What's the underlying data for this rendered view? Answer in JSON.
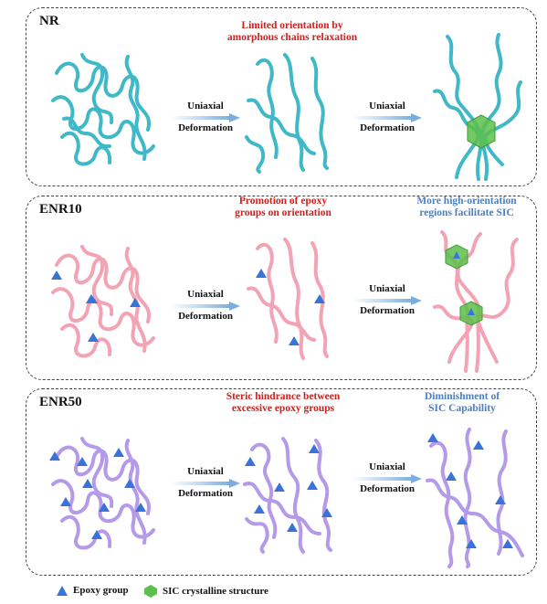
{
  "panels": [
    {
      "label": "NR",
      "color": "#3fb8c8",
      "notes": [
        {
          "text_lines": [
            "Limited orientation by",
            "amorphous chains relaxation"
          ],
          "color": "red"
        }
      ],
      "arrows": [
        {
          "line1": "Uniaxial",
          "line2": "Deformation"
        },
        {
          "line1": "Uniaxial",
          "line2": "Deformation"
        }
      ]
    },
    {
      "label": "ENR10",
      "color": "#f2a3b4",
      "notes": [
        {
          "text_lines": [
            "Promotion of epoxy",
            "groups on orientation"
          ],
          "color": "red"
        },
        {
          "text_lines": [
            "More high-orientation",
            "regions facilitate SIC"
          ],
          "color": "blue"
        }
      ],
      "arrows": [
        {
          "line1": "Uniaxial",
          "line2": "Deformation"
        },
        {
          "line1": "Uniaxial",
          "line2": "Deformation"
        }
      ]
    },
    {
      "label": "ENR50",
      "color": "#b49ae8",
      "notes": [
        {
          "text_lines": [
            "Steric hindrance between",
            "excessive epoxy groups"
          ],
          "color": "red"
        },
        {
          "text_lines": [
            "Diminishment of",
            "SIC Capability"
          ],
          "color": "blue"
        }
      ],
      "arrows": [
        {
          "line1": "Uniaxial",
          "line2": "Deformation"
        },
        {
          "line1": "Uniaxial",
          "line2": "Deformation"
        }
      ]
    }
  ],
  "legend": {
    "epoxy": "Epoxy group",
    "sic": "SIC crystalline structure"
  },
  "colors": {
    "epoxy": "#3a73d8",
    "sic": "#5cbf4a",
    "arrow": "#7aaede"
  }
}
